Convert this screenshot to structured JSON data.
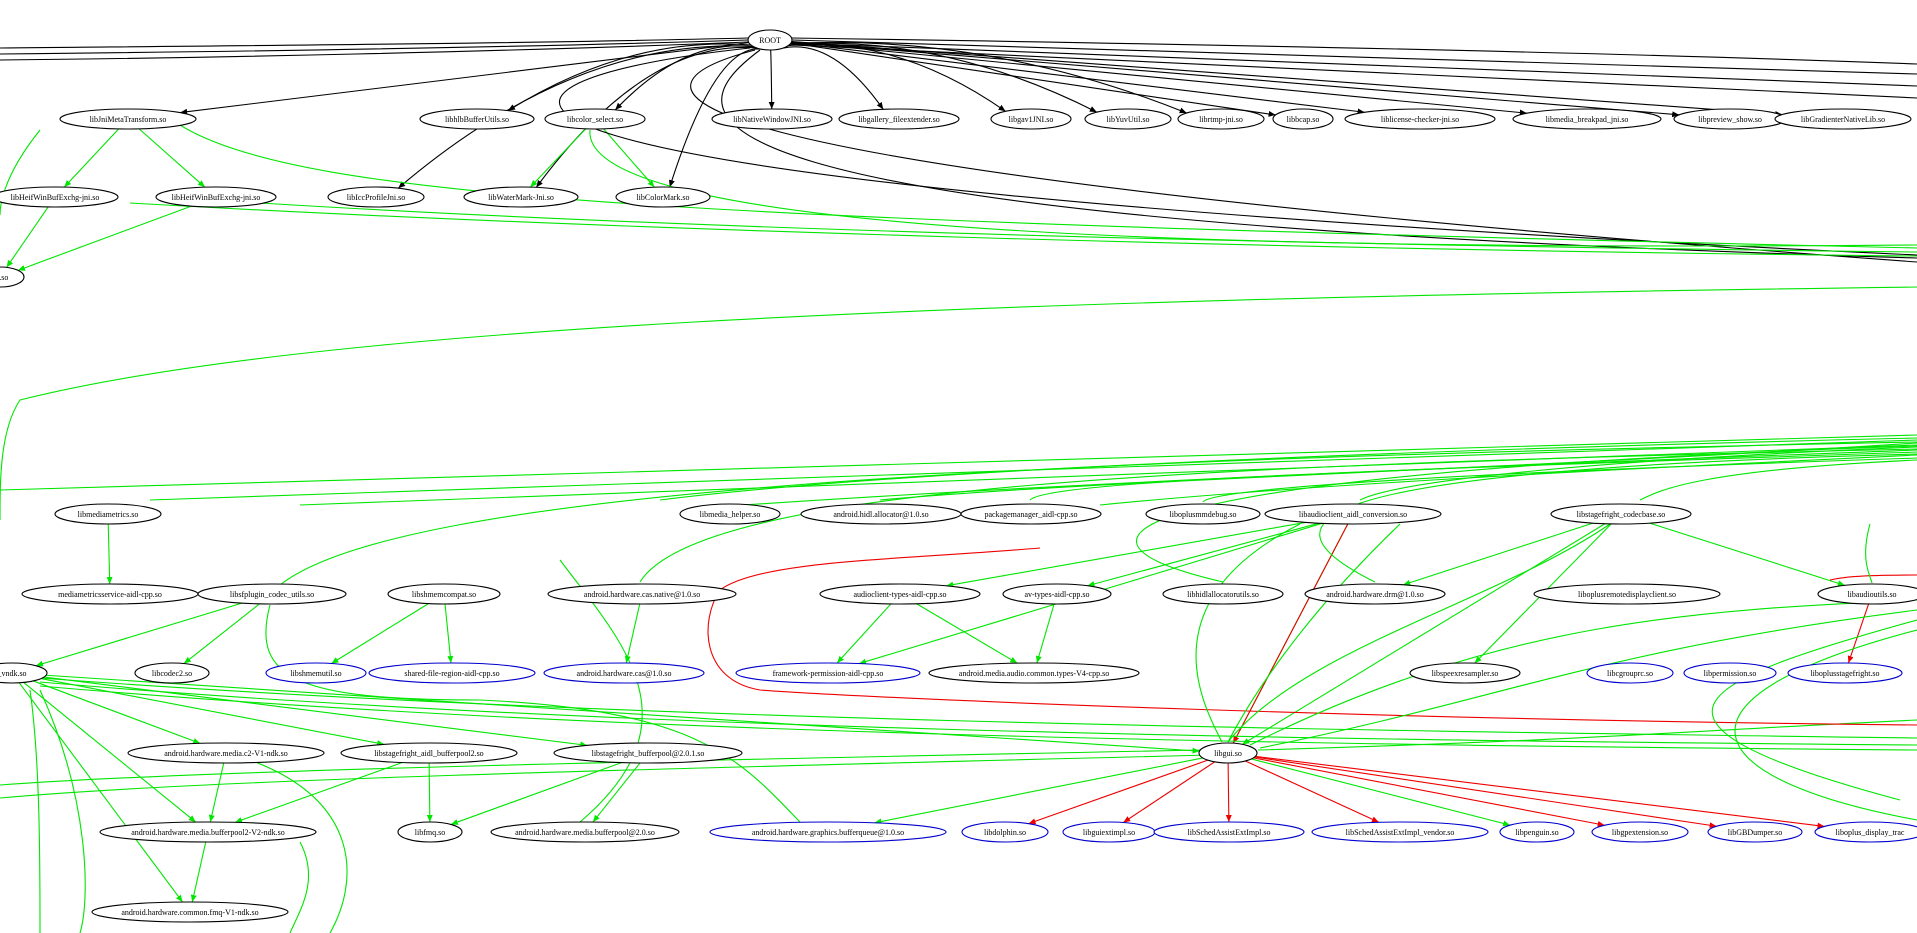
{
  "graph": {
    "colors": {
      "edge_default": "#000000",
      "edge_green": "#00e600",
      "edge_red": "#ee0000",
      "node_blue": "#0000cc",
      "node_black": "#000000"
    },
    "nodes": [
      {
        "id": "root",
        "label": "ROOT",
        "style": "black"
      },
      {
        "id": "n1",
        "label": "libJniMetaTransform.so",
        "style": "black"
      },
      {
        "id": "n2",
        "label": "libhlbBufferUtils.so",
        "style": "black"
      },
      {
        "id": "n3",
        "label": "libcolor_select.so",
        "style": "black"
      },
      {
        "id": "n4",
        "label": "libNativeWindowJNI.so",
        "style": "black"
      },
      {
        "id": "n5",
        "label": "libgallery_fileextender.so",
        "style": "black"
      },
      {
        "id": "n6",
        "label": "libgav1JNI.so",
        "style": "black"
      },
      {
        "id": "n7",
        "label": "libYuvUtil.so",
        "style": "black"
      },
      {
        "id": "n8",
        "label": "librtmp-jni.so",
        "style": "black"
      },
      {
        "id": "n9",
        "label": "libbcap.so",
        "style": "black"
      },
      {
        "id": "n10",
        "label": "liblicense-checker-jni.so",
        "style": "black"
      },
      {
        "id": "n11",
        "label": "libmedia_breakpad_jni.so",
        "style": "black"
      },
      {
        "id": "n12",
        "label": "libpreview_show.so",
        "style": "black"
      },
      {
        "id": "n13",
        "label": "libGradienterNativeLib.so",
        "style": "black"
      },
      {
        "id": "n14",
        "label": "libHeifWinBufExchg-jni.so",
        "style": "black"
      },
      {
        "id": "n15",
        "label": "libHeifWinBufExchg-jni.so",
        "style": "black"
      },
      {
        "id": "n16",
        "label": "libIccProfileJni.so",
        "style": "black"
      },
      {
        "id": "n17",
        "label": "libWaterMark-Jni.so",
        "style": "black"
      },
      {
        "id": "n18",
        "label": "libColorMark.so",
        "style": "black"
      },
      {
        "id": "n19",
        "label": "ge.so",
        "style": "black"
      },
      {
        "id": "n20",
        "label": "libmediametrics.so",
        "style": "black"
      },
      {
        "id": "n21",
        "label": "libmedia_helper.so",
        "style": "black"
      },
      {
        "id": "n22",
        "label": "android.hidl.allocator@1.0.so",
        "style": "black"
      },
      {
        "id": "n23",
        "label": "packagemanager_aidl-cpp.so",
        "style": "black"
      },
      {
        "id": "n24",
        "label": "liboplusmmdebug.so",
        "style": "black"
      },
      {
        "id": "n25",
        "label": "libaudioclient_aidl_conversion.so",
        "style": "black"
      },
      {
        "id": "n26",
        "label": "libstagefright_codecbase.so",
        "style": "black"
      },
      {
        "id": "n27",
        "label": "mediametricsservice-aidl-cpp.so",
        "style": "black"
      },
      {
        "id": "n28",
        "label": "libsfplugin_codec_utils.so",
        "style": "black"
      },
      {
        "id": "n29",
        "label": "libshmemcompat.so",
        "style": "black"
      },
      {
        "id": "n30",
        "label": "android.hardware.cas.native@1.0.so",
        "style": "black"
      },
      {
        "id": "n31",
        "label": "audioclient-types-aidl-cpp.so",
        "style": "black"
      },
      {
        "id": "n32",
        "label": "av-types-aidl-cpp.so",
        "style": "black"
      },
      {
        "id": "n33",
        "label": "libhidlallocatorutils.so",
        "style": "black"
      },
      {
        "id": "n34",
        "label": "android.hardware.drm@1.0.so",
        "style": "black"
      },
      {
        "id": "n35",
        "label": "liboplusremotedisplayclient.so",
        "style": "black"
      },
      {
        "id": "n36",
        "label": "libaudioutils.so",
        "style": "black"
      },
      {
        "id": "n37",
        "label": "_vndk.so",
        "style": "black"
      },
      {
        "id": "n38",
        "label": "libcodec2.so",
        "style": "black"
      },
      {
        "id": "n39",
        "label": "libshmemutil.so",
        "style": "blue"
      },
      {
        "id": "n40",
        "label": "shared-file-region-aidl-cpp.so",
        "style": "blue"
      },
      {
        "id": "n41",
        "label": "android.hardware.cas@1.0.so",
        "style": "blue"
      },
      {
        "id": "n42",
        "label": "framework-permission-aidl-cpp.so",
        "style": "blue"
      },
      {
        "id": "n43",
        "label": "android.media.audio.common.types-V4-cpp.so",
        "style": "black"
      },
      {
        "id": "n44",
        "label": "libspeexresampler.so",
        "style": "black"
      },
      {
        "id": "n45",
        "label": "libcgrouprc.so",
        "style": "blue"
      },
      {
        "id": "n46",
        "label": "libpermission.so",
        "style": "blue"
      },
      {
        "id": "n47",
        "label": "liboplusstagefright.so",
        "style": "blue"
      },
      {
        "id": "n48",
        "label": "android.hardware.media.c2-V1-ndk.so",
        "style": "black"
      },
      {
        "id": "n49",
        "label": "libstagefright_aidl_bufferpool2.so",
        "style": "black"
      },
      {
        "id": "n50",
        "label": "libstagefright_bufferpool@2.0.1.so",
        "style": "black"
      },
      {
        "id": "n51",
        "label": "libgui.so",
        "style": "black"
      },
      {
        "id": "n52",
        "label": "android.hardware.media.bufferpool2-V2-ndk.so",
        "style": "black"
      },
      {
        "id": "n53",
        "label": "libfmq.so",
        "style": "black"
      },
      {
        "id": "n54",
        "label": "android.hardware.media.bufferpool@2.0.so",
        "style": "black"
      },
      {
        "id": "n55",
        "label": "android.hardware.graphics.bufferqueue@1.0.so",
        "style": "blue"
      },
      {
        "id": "n56",
        "label": "libdolphin.so",
        "style": "blue"
      },
      {
        "id": "n57",
        "label": "libguiextimpl.so",
        "style": "blue"
      },
      {
        "id": "n58",
        "label": "libSchedAssistExtImpl.so",
        "style": "blue"
      },
      {
        "id": "n59",
        "label": "libSchedAssistExtImpl_vendor.so",
        "style": "blue"
      },
      {
        "id": "n60",
        "label": "libpenguin.so",
        "style": "blue"
      },
      {
        "id": "n61",
        "label": "libgpextension.so",
        "style": "blue"
      },
      {
        "id": "n62",
        "label": "libGBDumper.so",
        "style": "blue"
      },
      {
        "id": "n63",
        "label": "liboplus_display_trac",
        "style": "blue"
      },
      {
        "id": "n64",
        "label": "android.hardware.common.fmq-V1-ndk.so",
        "style": "black"
      }
    ],
    "edges": [
      [
        "root",
        "n1",
        "default"
      ],
      [
        "root",
        "n2",
        "default"
      ],
      [
        "root",
        "n3",
        "default"
      ],
      [
        "root",
        "n4",
        "default"
      ],
      [
        "root",
        "n5",
        "default"
      ],
      [
        "root",
        "n6",
        "default"
      ],
      [
        "root",
        "n7",
        "default"
      ],
      [
        "root",
        "n8",
        "default"
      ],
      [
        "root",
        "n9",
        "default"
      ],
      [
        "root",
        "n10",
        "default"
      ],
      [
        "root",
        "n11",
        "default"
      ],
      [
        "root",
        "n12",
        "default"
      ],
      [
        "root",
        "n13",
        "default"
      ],
      [
        "root",
        "n16",
        "default"
      ],
      [
        "root",
        "n17",
        "default"
      ],
      [
        "root",
        "n18",
        "default"
      ],
      [
        "n1",
        "n14",
        "green"
      ],
      [
        "n1",
        "n15",
        "green"
      ],
      [
        "n3",
        "n17",
        "green"
      ],
      [
        "n3",
        "n18",
        "green"
      ],
      [
        "n14",
        "n19",
        "green"
      ],
      [
        "n15",
        "n19",
        "green"
      ],
      [
        "n20",
        "n27",
        "green"
      ],
      [
        "n28",
        "n38",
        "green"
      ],
      [
        "n28",
        "n37",
        "green"
      ],
      [
        "n29",
        "n39",
        "green"
      ],
      [
        "n29",
        "n40",
        "green"
      ],
      [
        "n30",
        "n41",
        "green"
      ],
      [
        "n31",
        "n42",
        "green"
      ],
      [
        "n31",
        "n43",
        "green"
      ],
      [
        "n32",
        "n43",
        "green"
      ],
      [
        "n25",
        "n31",
        "green"
      ],
      [
        "n25",
        "n32",
        "green"
      ],
      [
        "n25",
        "n42",
        "green"
      ],
      [
        "n25",
        "n51",
        "green"
      ],
      [
        "n26",
        "n51",
        "green"
      ],
      [
        "n26",
        "n36",
        "green"
      ],
      [
        "n26",
        "n44",
        "green"
      ],
      [
        "n26",
        "n34",
        "green"
      ],
      [
        "n37",
        "n48",
        "green"
      ],
      [
        "n37",
        "n49",
        "green"
      ],
      [
        "n37",
        "n50",
        "green"
      ],
      [
        "n37",
        "n52",
        "green"
      ],
      [
        "n37",
        "n64",
        "green"
      ],
      [
        "n37",
        "n51",
        "green"
      ],
      [
        "n48",
        "n52",
        "green"
      ],
      [
        "n49",
        "n52",
        "green"
      ],
      [
        "n49",
        "n53",
        "green"
      ],
      [
        "n50",
        "n53",
        "green"
      ],
      [
        "n50",
        "n54",
        "green"
      ],
      [
        "n52",
        "n64",
        "green"
      ],
      [
        "n51",
        "n55",
        "green"
      ],
      [
        "n51",
        "n56",
        "red"
      ],
      [
        "n51",
        "n57",
        "red"
      ],
      [
        "n51",
        "n58",
        "red"
      ],
      [
        "n51",
        "n59",
        "red"
      ],
      [
        "n51",
        "n60",
        "green"
      ],
      [
        "n51",
        "n61",
        "red"
      ],
      [
        "n51",
        "n62",
        "red"
      ],
      [
        "n51",
        "n63",
        "red"
      ],
      [
        "n25",
        "n51",
        "red"
      ],
      [
        "n36",
        "n47",
        "red"
      ]
    ]
  }
}
